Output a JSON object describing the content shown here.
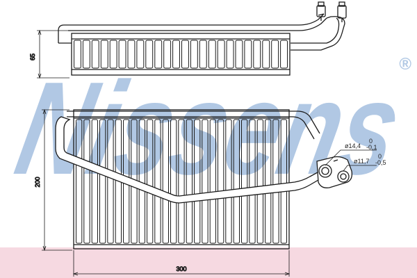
{
  "watermark": {
    "brand": "Nissens",
    "registered_mark": "®",
    "color": "#a9c3e2",
    "band_color": "#f6d9e1"
  },
  "dimensions": {
    "top_height": "65",
    "front_height": "200",
    "width": "300",
    "pipe_outer": "ø14,4",
    "pipe_outer_tol_upper": "0",
    "pipe_outer_tol_lower": "-0,1",
    "pipe_inner": "ø11,7",
    "pipe_inner_tol_upper": "0",
    "pipe_inner_tol_lower": "-0,5"
  },
  "drawing": {
    "line_color": "#1a1a1a",
    "fin_count_top": 24,
    "fin_count_front": 27
  }
}
